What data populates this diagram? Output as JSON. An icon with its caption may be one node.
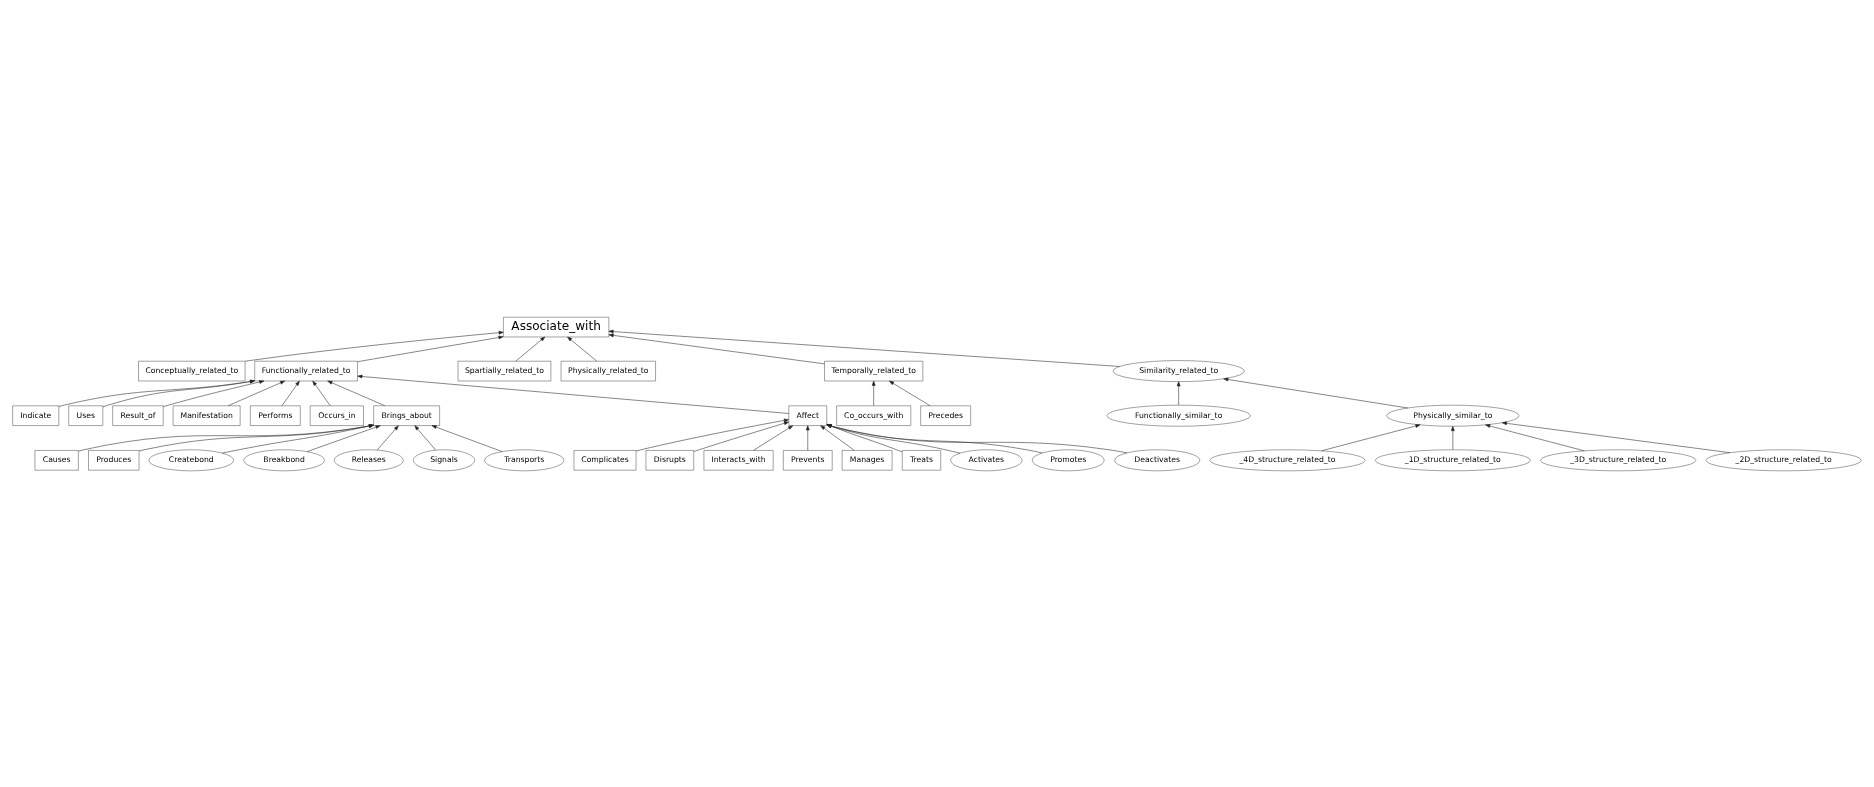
{
  "diagram": {
    "nodes": [
      {
        "text": [
          "Associate_with"
        ]
      },
      {
        "text": [
          "Conceptually_related_to"
        ]
      },
      {
        "text": [
          "Functionally_related_to"
        ]
      },
      {
        "text": [
          "Spartially_related_to"
        ]
      },
      {
        "text": [
          "Physically_related_to"
        ]
      },
      {
        "text": [
          "Temporally_related_to"
        ]
      },
      {
        "text": [
          "Indicate"
        ]
      },
      {
        "text": [
          "Uses"
        ]
      },
      {
        "text": [
          "Result_of"
        ]
      },
      {
        "text": [
          "Manifestation"
        ]
      },
      {
        "text": [
          "Performs"
        ]
      },
      {
        "text": [
          "Occurs_in"
        ]
      },
      {
        "text": [
          "Brings_about"
        ]
      },
      {
        "text": [
          "Affect"
        ]
      },
      {
        "text": [
          "Similarity_related_to"
        ]
      },
      {
        "text": [
          "Functionally_similar_to"
        ]
      },
      {
        "text": [
          "Co_occurs_with"
        ]
      },
      {
        "text": [
          "Precedes"
        ]
      },
      {
        "text": [
          "Physically_similar_to"
        ]
      },
      {
        "text": [
          "_4D_structure_related_to"
        ]
      },
      {
        "text": [
          "_1D_structure_related_to"
        ]
      },
      {
        "text": [
          "_3D_structure_related_to"
        ]
      },
      {
        "text": [
          "_2D_structure_related_to"
        ]
      },
      {
        "text": [
          "Complicates"
        ]
      },
      {
        "text": [
          "Disrupts"
        ]
      },
      {
        "text": [
          "Interacts_with"
        ]
      },
      {
        "text": [
          "Prevents"
        ]
      },
      {
        "text": [
          "Manages"
        ]
      },
      {
        "text": [
          "Treats"
        ]
      },
      {
        "text": [
          "Activates"
        ]
      },
      {
        "text": [
          "Promotes"
        ]
      },
      {
        "text": [
          "Deactivates"
        ]
      },
      {
        "text": [
          "Causes"
        ]
      },
      {
        "text": [
          "Produces"
        ]
      },
      {
        "text": [
          "Createbond"
        ]
      },
      {
        "text": [
          "Breakbond"
        ]
      },
      {
        "text": [
          "Releases"
        ]
      },
      {
        "text": [
          "Signals"
        ]
      },
      {
        "text": [
          "Transports"
        ]
      }
    ],
    "edges": [
      {
        "from": 1,
        "to": 0,
        "arrow": "to"
      },
      {
        "from": 2,
        "to": 0,
        "arrow": "to"
      },
      {
        "from": 3,
        "to": 0,
        "arrow": "to"
      },
      {
        "from": 4,
        "to": 0,
        "arrow": "to"
      },
      {
        "from": 5,
        "to": 0,
        "arrow": "to"
      },
      {
        "from": 14,
        "to": 0,
        "arrow": "to"
      },
      {
        "from": 6,
        "to": 2,
        "arrow": "to"
      },
      {
        "from": 7,
        "to": 2,
        "arrow": "to"
      },
      {
        "from": 8,
        "to": 2,
        "arrow": "to"
      },
      {
        "from": 9,
        "to": 2,
        "arrow": "to"
      },
      {
        "from": 10,
        "to": 2,
        "arrow": "to"
      },
      {
        "from": 11,
        "to": 2,
        "arrow": "to"
      },
      {
        "from": 12,
        "to": 2,
        "arrow": "to"
      },
      {
        "from": 13,
        "to": 2,
        "arrow": "to"
      },
      {
        "from": 15,
        "to": 14,
        "arrow": "to"
      },
      {
        "from": 18,
        "to": 14,
        "arrow": "to"
      },
      {
        "from": 16,
        "to": 5,
        "arrow": "to"
      },
      {
        "from": 17,
        "to": 5,
        "arrow": "to"
      },
      {
        "from": 19,
        "to": 18,
        "arrow": "to"
      },
      {
        "from": 20,
        "to": 18,
        "arrow": "to"
      },
      {
        "from": 21,
        "to": 18,
        "arrow": "to"
      },
      {
        "from": 22,
        "to": 18,
        "arrow": "to"
      },
      {
        "from": 23,
        "to": 13,
        "arrow": "to"
      },
      {
        "from": 24,
        "to": 13,
        "arrow": "to"
      },
      {
        "from": 25,
        "to": 13,
        "arrow": "to"
      },
      {
        "from": 26,
        "to": 13,
        "arrow": "to"
      },
      {
        "from": 27,
        "to": 13,
        "arrow": "to"
      },
      {
        "from": 28,
        "to": 13,
        "arrow": "to"
      },
      {
        "from": 29,
        "to": 13,
        "arrow": "to"
      },
      {
        "from": 30,
        "to": 13,
        "arrow": "to"
      },
      {
        "from": 31,
        "to": 13,
        "arrow": "to"
      },
      {
        "from": 32,
        "to": 12,
        "arrow": "to"
      },
      {
        "from": 33,
        "to": 12,
        "arrow": "to"
      },
      {
        "from": 34,
        "to": 12,
        "arrow": "to"
      },
      {
        "from": 35,
        "to": 12,
        "arrow": "to"
      },
      {
        "from": 36,
        "to": 12,
        "arrow": "to"
      },
      {
        "from": 37,
        "to": 12,
        "arrow": "to"
      },
      {
        "from": 38,
        "to": 12,
        "arrow": "to"
      }
    ]
  }
}
